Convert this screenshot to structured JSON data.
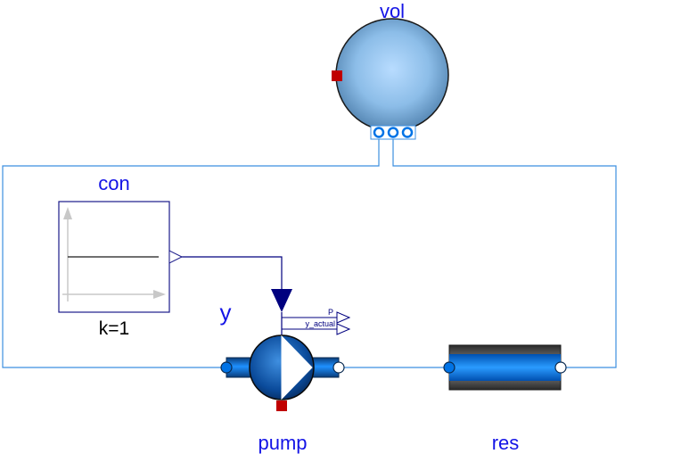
{
  "components": {
    "vol": {
      "label": "vol"
    },
    "con": {
      "label": "con",
      "parameter": "k=1"
    },
    "pump": {
      "label": "pump",
      "input_label": "y",
      "outputs": [
        "P",
        "y_actual"
      ]
    },
    "res": {
      "label": "res"
    }
  },
  "colors": {
    "label": "#1414e6",
    "fluid_line": "#3c8fe0",
    "signal_line": "#00007f",
    "heat_port": "#c00000",
    "pipe_blue": "#0073e6",
    "pipe_dark": "#474747"
  }
}
